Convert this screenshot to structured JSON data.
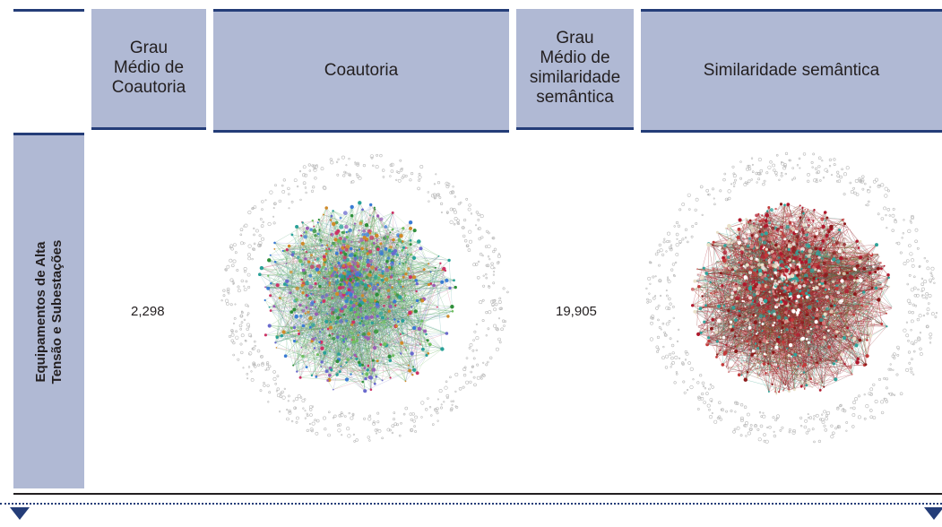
{
  "headers": {
    "avg_coauthorship": "Grau\nMédio de\nCoautoria",
    "coauthorship": "Coautoria",
    "avg_semantic": "Grau\nMédio de\nsimilaridade\nsemântica",
    "semantic": "Similaridade semântica"
  },
  "row": {
    "label": "Equipamentos de Alta\nTensão e Subestações",
    "avg_coauthorship_value": "2,298",
    "avg_semantic_value": "19,905"
  },
  "colors": {
    "header_fill": "#b0b9d4",
    "rule": "#243d78",
    "coauthorship_network": "#3a9a3a",
    "semantic_network": "#b0182c"
  },
  "icons": {
    "left_marker": "triangle-down-icon",
    "right_marker": "triangle-down-icon"
  }
}
